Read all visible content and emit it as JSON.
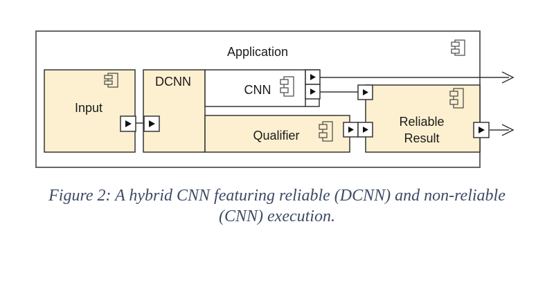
{
  "diagram": {
    "colors": {
      "component_fill": "#fdf0d0",
      "stroke": "#333333",
      "outer_stroke": "#666666",
      "caption": "#3d4a66"
    },
    "components": {
      "application": {
        "label": "Application"
      },
      "input": {
        "label": "Input"
      },
      "dcnn": {
        "label": "DCNN"
      },
      "cnn": {
        "label": "CNN"
      },
      "qualifier": {
        "label": "Qualifier"
      },
      "reliable_result": {
        "label_line1": "Reliable",
        "label_line2": "Result"
      }
    },
    "connections": [
      {
        "from": "Input",
        "to": "DCNN"
      },
      {
        "from": "CNN",
        "to": "external output (top)"
      },
      {
        "from": "CNN",
        "to": "Reliable Result"
      },
      {
        "from": "Qualifier",
        "to": "Reliable Result"
      },
      {
        "from": "Reliable Result",
        "to": "external output (bottom)"
      }
    ]
  },
  "caption": {
    "line1": "Figure 2: A hybrid CNN featuring reliable  (DCNN) and non-reliable",
    "line2": "(CNN) execution."
  }
}
